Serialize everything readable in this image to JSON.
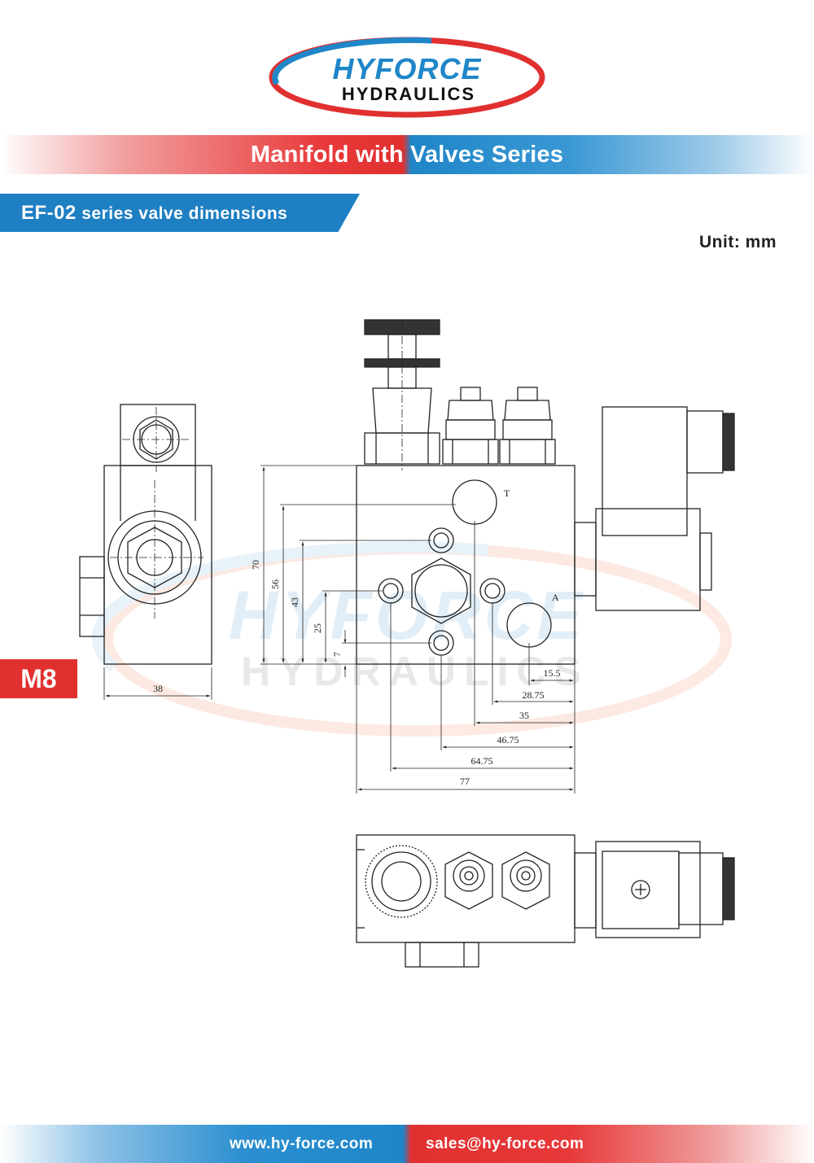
{
  "brand": {
    "line1": "HYFORCE",
    "line2": "HYDRAULICS",
    "colors": {
      "red": "#e0302f",
      "blue": "#1f86c8"
    }
  },
  "header": {
    "series_title": "Manifold with Valves Series"
  },
  "section": {
    "code": "EF-02",
    "label": "series valve dimensions"
  },
  "unit": "Unit: mm",
  "model": "M8",
  "watermark": {
    "line1": "HYFORCE",
    "line2": "HYDRAULICS"
  },
  "ports": {
    "t": "T",
    "a": "A"
  },
  "dimensions": {
    "side_width": "38",
    "height_70": "70",
    "height_56": "56",
    "height_43": "43",
    "height_25": "25",
    "height_7": "7",
    "w_15_5": "15.5",
    "w_28_75": "28.75",
    "w_35": "35",
    "w_46_75": "46.75",
    "w_64_75": "64.75",
    "w_77": "77"
  },
  "footer": {
    "website": "www.hy-force.com",
    "email": "sales@hy-force.com"
  }
}
